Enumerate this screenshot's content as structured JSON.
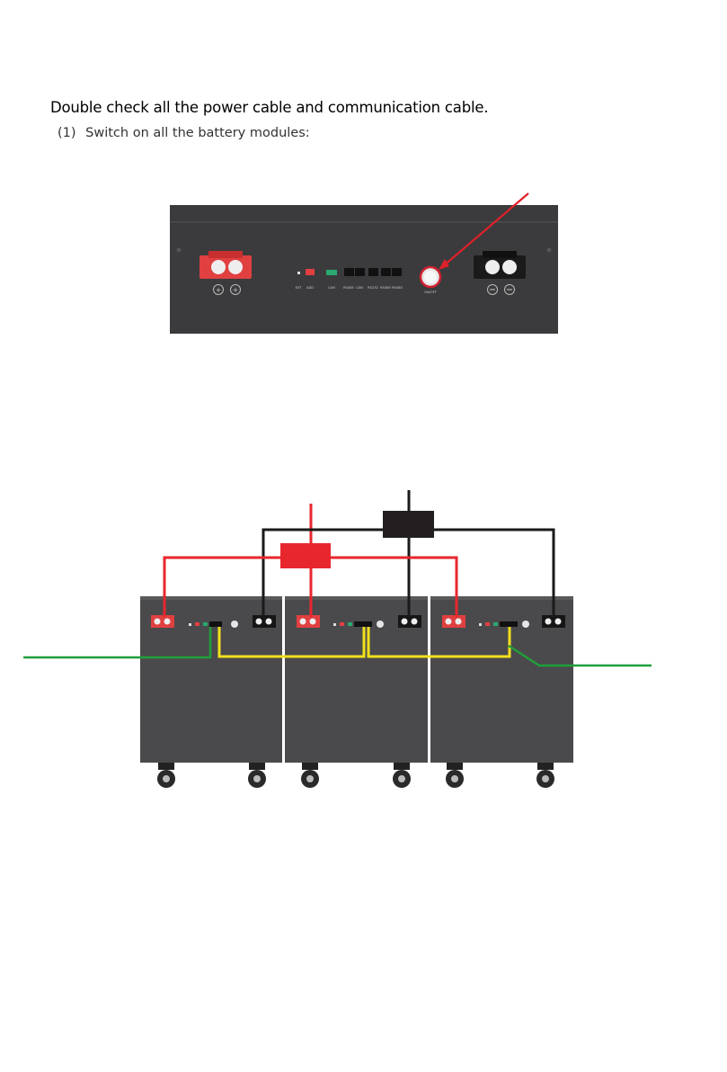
{
  "document": {
    "heading": "Double check all the power cable and communication cable.",
    "step": {
      "number": "(1)",
      "text": "Switch on all the battery modules:"
    }
  },
  "front_panel": {
    "port_labels": [
      "EXT",
      "ADD",
      "CAN",
      "RS485",
      "CAN",
      "RS232",
      "RS485",
      "RS485"
    ],
    "switch_label": "ON/OFF"
  },
  "colors": {
    "panel": "#3a3a3a",
    "positive_terminal": "#e63a3a",
    "negative_terminal": "#1a1a1a",
    "arrow": "#e0202a",
    "positive_cable": "#e8262e",
    "negative_cable": "#1a1a1a",
    "communication_cable": "#f2e11c",
    "external_cable": "#1f9e3a"
  }
}
